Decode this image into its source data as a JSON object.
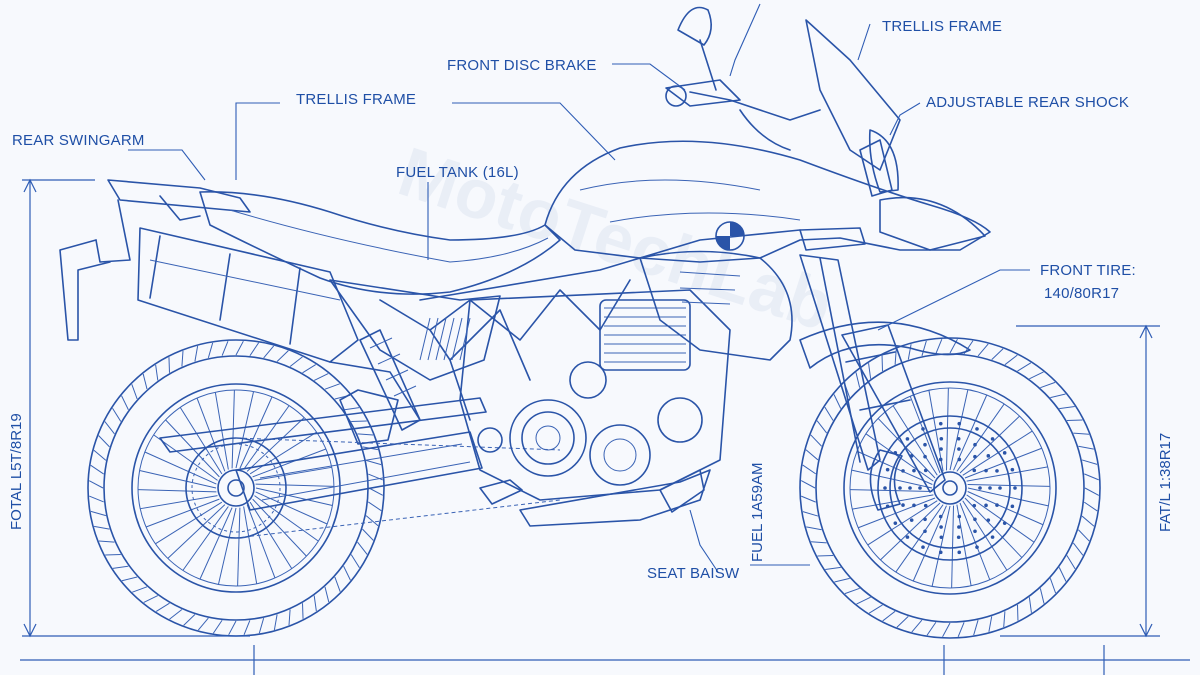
{
  "labels": {
    "rear_swingarm": "REAR SWINGARM",
    "trellis_frame_left": "TRELLIS FRAME",
    "front_disc_brake": "FRONT DISC BRAKE",
    "trellis_frame_right": "TRELLIS FRAME",
    "adjustable_rear_shock": "ADJUSTABLE REAR SHOCK",
    "fuel_tank": "FUEL TANK (16L)",
    "front_tire_line1": "FRONT TIRE:",
    "front_tire_line2": "140/80R17",
    "seat_basin": "SEAT BAISW",
    "fuel_basin_vertical": "FUEL 1A59AM"
  },
  "dimensions": {
    "left_vertical": "FOTAL L5T/8R19",
    "right_vertical": "FAT/L 1:38R17"
  },
  "colors": {
    "line": "#2a54a8",
    "background": "#f7f9fd"
  }
}
